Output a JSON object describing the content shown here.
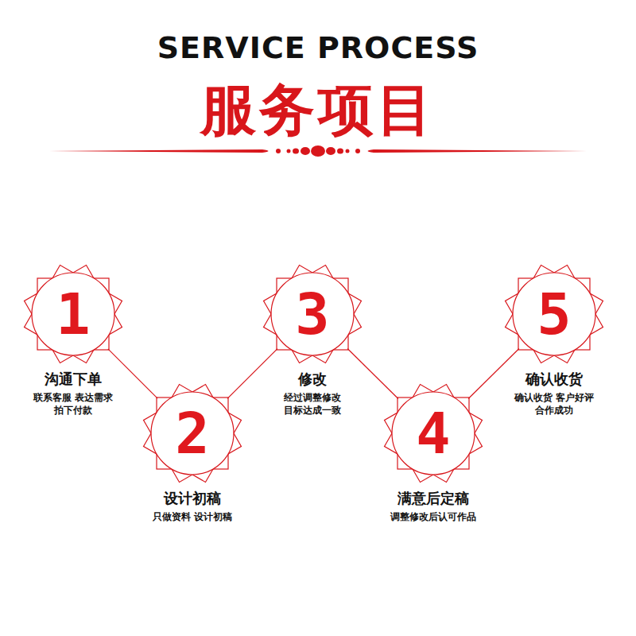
{
  "diagram": {
    "title": "服务项目",
    "nodes": [
      {
        "text": [
          "1",
          "沟通下单",
          "联系客服 表达需求 拍下付款"
        ]
      },
      {
        "text": [
          "2",
          "设计初稿",
          "只做资料 设计初稿"
        ]
      },
      {
        "text": [
          "3",
          "修改",
          "经过调整修改 目标达成一致"
        ]
      },
      {
        "text": [
          "4",
          "满意后定稿",
          "调整修改后认可作品"
        ]
      },
      {
        "text": [
          "5",
          "确认收货",
          "确认收货 客户好评 合作成功"
        ]
      }
    ],
    "edges": [
      {
        "from": 0,
        "to": 1,
        "arrow": "none"
      },
      {
        "from": 1,
        "to": 2,
        "arrow": "none"
      },
      {
        "from": 2,
        "to": 3,
        "arrow": "none"
      },
      {
        "from": 3,
        "to": 4,
        "arrow": "none"
      }
    ],
    "labels": [
      "SERVICE PROCESS"
    ]
  }
}
